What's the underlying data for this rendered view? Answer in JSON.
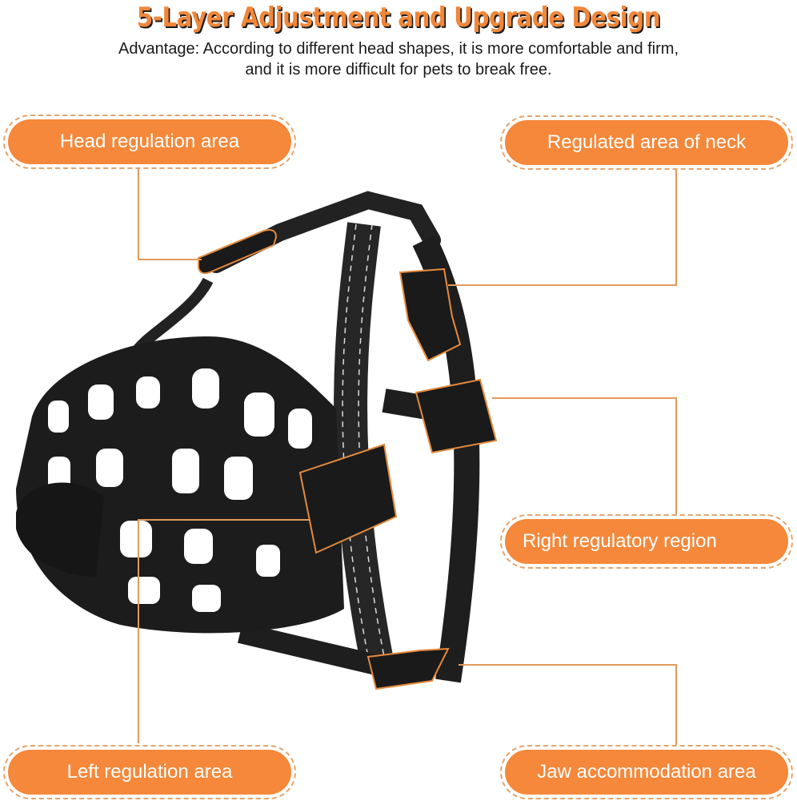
{
  "header": {
    "title": "5-Layer Adjustment and Upgrade Design",
    "subtitle_line1": "Advantage: According to different head shapes, it is more comfortable and firm,",
    "subtitle_line2": "and it is more difficult for pets to break free."
  },
  "callouts": [
    {
      "id": "head",
      "label": "Head regulation area"
    },
    {
      "id": "neck",
      "label": "Regulated area of neck"
    },
    {
      "id": "right",
      "label": "Right regulatory region"
    },
    {
      "id": "left",
      "label": "Left regulation area"
    },
    {
      "id": "jaw",
      "label": "Jaw accommodation area"
    }
  ],
  "colors": {
    "accent": "#f5883a",
    "title": "#f0873a",
    "connector": "#e29a5c",
    "product": "#1c1c1c"
  },
  "image": {
    "subject": "dog-muzzle-product"
  }
}
